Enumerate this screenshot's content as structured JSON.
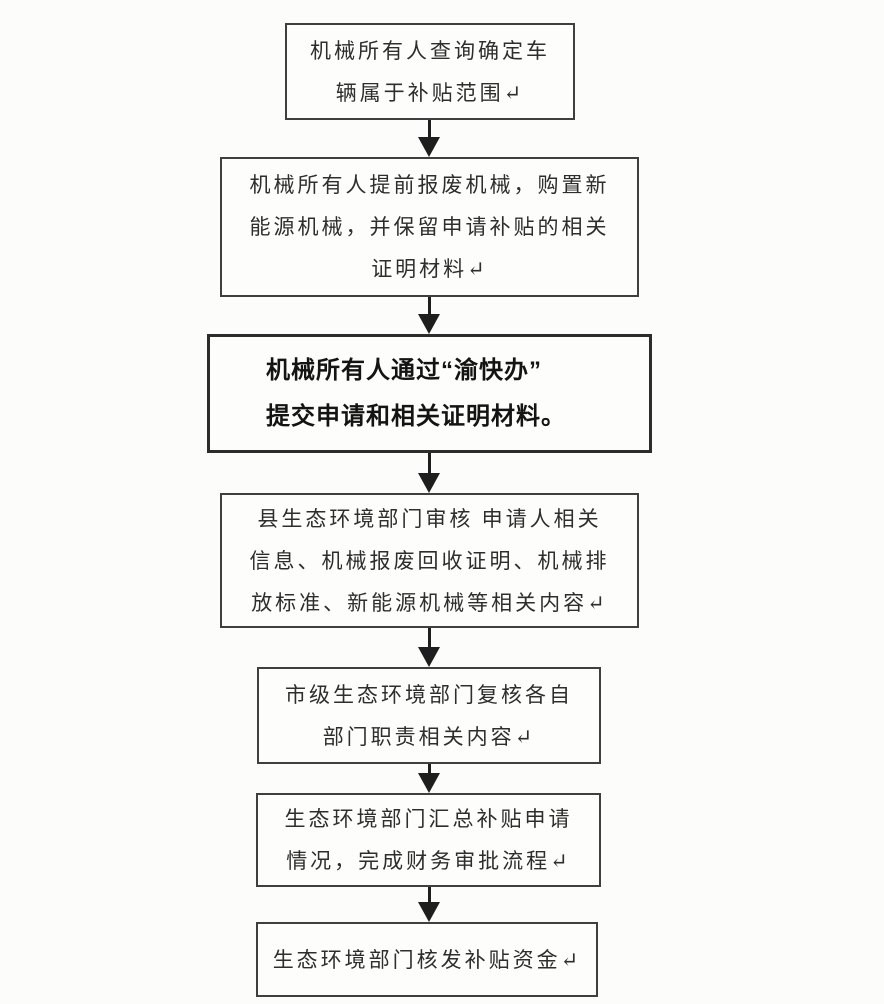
{
  "page": {
    "background_color": "#fcfcfb",
    "box_border_color": "#3f3f3f",
    "arrow_color": "#1e1e1e",
    "text_color": "#2e2e2e",
    "emphasis_text_color": "#141414"
  },
  "flowchart": {
    "type": "vertical-process-flow",
    "steps": [
      {
        "text": "机械所有人查询确定车\n辆属于补贴范围↵"
      },
      {
        "text": "机械所有人提前报废机械，购置新\n能源机械，并保留申请补贴的相关\n证明材料↵"
      },
      {
        "text": "机械所有人通过“渝快办”\n提交申请和相关证明材料。",
        "emphasis": "bold"
      },
      {
        "text": "县生态环境部门审核 申请人相关\n信息、机械报废回收证明、机械排\n放标准、新能源机械等相关内容↵"
      },
      {
        "text": "市级生态环境部门复核各自\n部门职责相关内容↵"
      },
      {
        "text": "生态环境部门汇总补贴申请\n情况，完成财务审批流程↵"
      },
      {
        "text": "生态环境部门核发补贴资金↵"
      }
    ]
  }
}
